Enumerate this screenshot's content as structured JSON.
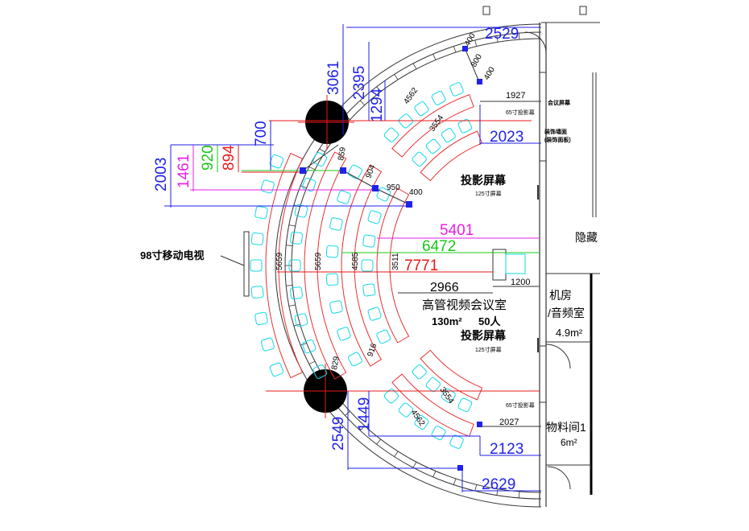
{
  "room": {
    "name": "高管视频会议室",
    "area": "130m²",
    "capacity": "50人",
    "tv_label": "98寸移动电视",
    "screen_label": "投影屏幕",
    "screen_size": "125寸屏幕",
    "projector_65": "65寸投影幕",
    "screen_top_right_1": "会议屏幕",
    "screen_top_right_2": "装饰墙面",
    "screen_top_right_3": "(装饰面板)",
    "hidden_label": "隐藏"
  },
  "side_rooms": {
    "machine_room_1": "机房",
    "machine_room_2": "/音频室",
    "machine_room_area": "4.9m²",
    "storage_room": "物料间1",
    "storage_area": "6m²"
  },
  "dimensions": {
    "blue_2529": "2529",
    "blue_3061": "3061",
    "blue_2395": "2395",
    "blue_1294": "1294",
    "blue_700": "700",
    "blue_2023": "2023",
    "blue_2003": "2003",
    "mag_1461": "1461",
    "grn_920": "920",
    "red_894": "894",
    "mag_5401": "5401",
    "grn_6472": "6472",
    "red_7771": "7771",
    "blk_2966": "2966",
    "blk_1200": "1200",
    "blk_1927": "1927",
    "blk_2027": "2027",
    "blue_2549": "2549",
    "blue_1449": "1449",
    "blue_2123": "2123",
    "blue_2629": "2629",
    "row_4562_top": "4562",
    "row_3554_top": "3554",
    "row_4562_bot": "4562",
    "row_3554_bot": "3554",
    "row_5659_a": "5659",
    "row_5659_b": "5659",
    "row_4585": "4585",
    "row_3511": "3511",
    "gap_859": "859",
    "gap_904": "904",
    "gap_829": "829",
    "gap_916": "916",
    "gap_950": "950",
    "gap_400_a": "400",
    "gap_800": "800",
    "gap_400_b": "400",
    "gap_400_c": "400"
  },
  "colors": {
    "dimension_blue": "#1f22e8",
    "dimension_magenta": "#e81fe8",
    "dimension_green": "#18c818",
    "dimension_red": "#e81818",
    "seat_cyan": "#10d8e8",
    "row_red": "#e83030",
    "wall": "#333333"
  }
}
